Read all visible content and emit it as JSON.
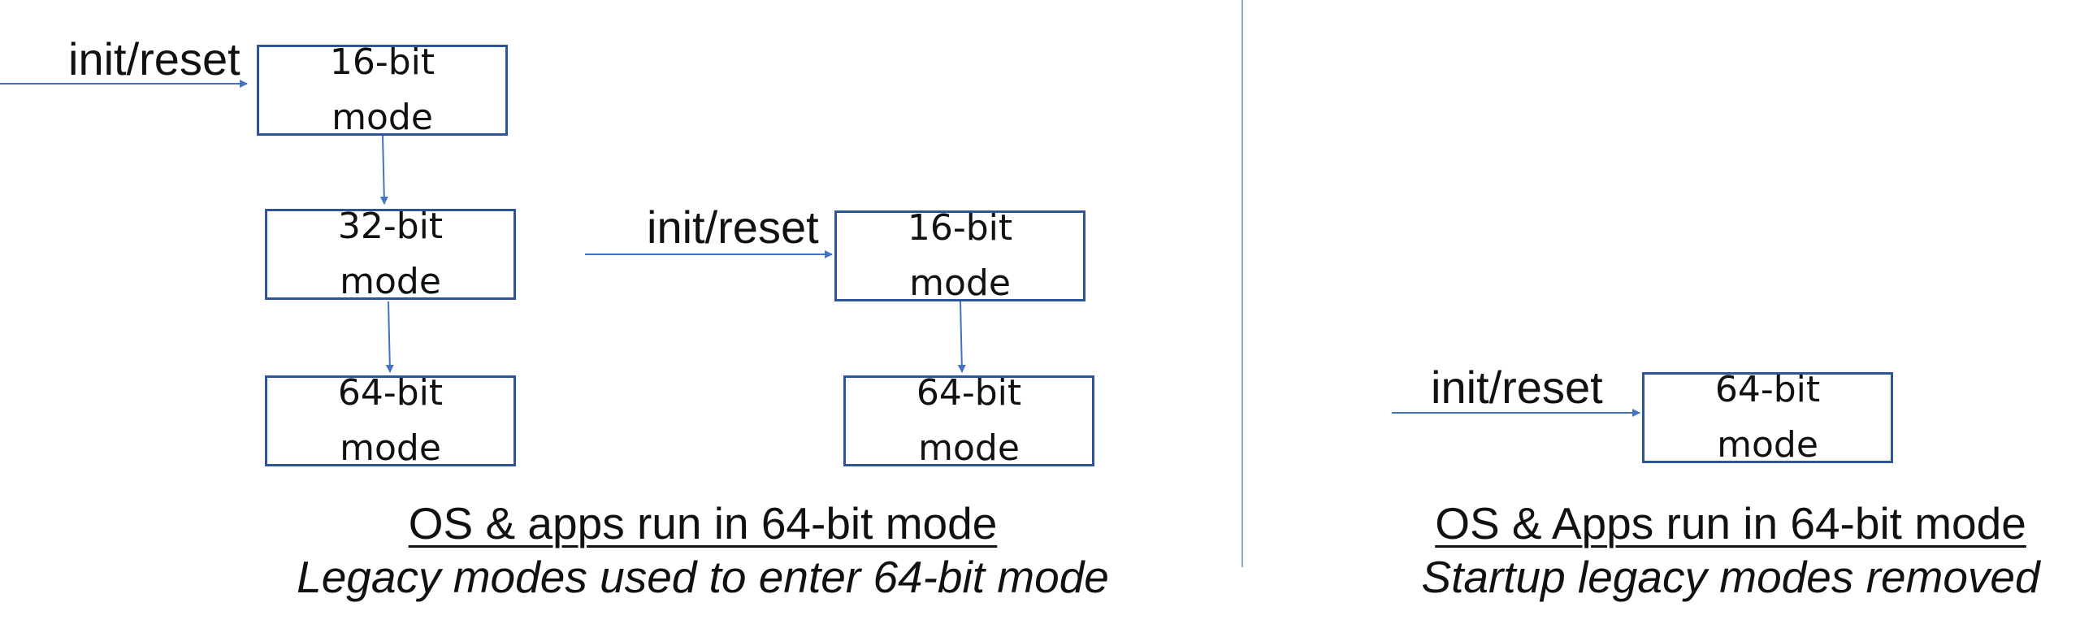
{
  "colors": {
    "box_border": "#2E5597",
    "arrow": "#4472C4",
    "divider": "#8FA6CC",
    "text": "#111111"
  },
  "left_panel": {
    "diagram_a": {
      "entry_label": "init/reset",
      "boxes": [
        {
          "line1": "16-bit",
          "line2": "mode"
        },
        {
          "line1": "32-bit",
          "line2": "mode"
        },
        {
          "line1": "64-bit",
          "line2": "mode"
        }
      ]
    },
    "diagram_b": {
      "entry_label": "init/reset",
      "boxes": [
        {
          "line1": "16-bit",
          "line2": "mode"
        },
        {
          "line1": "64-bit",
          "line2": "mode"
        }
      ]
    },
    "caption_title": "OS & apps run in 64-bit mode",
    "caption_subtitle": "Legacy modes used to enter 64-bit mode"
  },
  "right_panel": {
    "entry_label": "init/reset",
    "box": {
      "line1": "64-bit",
      "line2": "mode"
    },
    "caption_title": "OS & Apps run in 64-bit mode",
    "caption_subtitle": "Startup legacy modes removed"
  }
}
